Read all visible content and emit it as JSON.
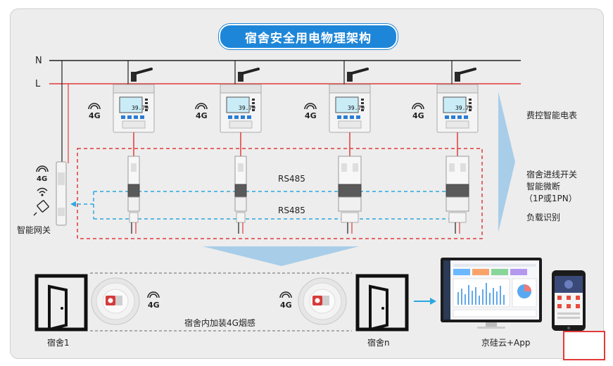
{
  "title": "宿舍安全用电物理架构",
  "lines": {
    "n": "N",
    "l": "L"
  },
  "gateway": {
    "label": "智能网关",
    "network": "4G"
  },
  "meters": [
    {
      "network": "4G",
      "reading": "39.70"
    },
    {
      "network": "4G",
      "reading": "39.70"
    },
    {
      "network": "4G",
      "reading": "39.70"
    },
    {
      "network": "4G",
      "reading": "39.70"
    }
  ],
  "bus": {
    "top": "RS485",
    "bottom": "RS485"
  },
  "right_labels": {
    "meter": "费控智能电表",
    "breaker_line1": "宿舍进线开关",
    "breaker_line2": "智能微断",
    "breaker_line3": "（1P或1PN）",
    "load": "负载识别"
  },
  "bottom": {
    "room1": "宿舍1",
    "roomn": "宿舍n",
    "smoke_label": "宿舍内加装4G烟感",
    "smoke_network": "4G",
    "cloud_label": "京硅云+App"
  },
  "colors": {
    "accent": "#1e86d8",
    "live_line": "#e23a3a",
    "bus_line": "#2aa6e0",
    "dashed_box": "#e23a3a"
  }
}
